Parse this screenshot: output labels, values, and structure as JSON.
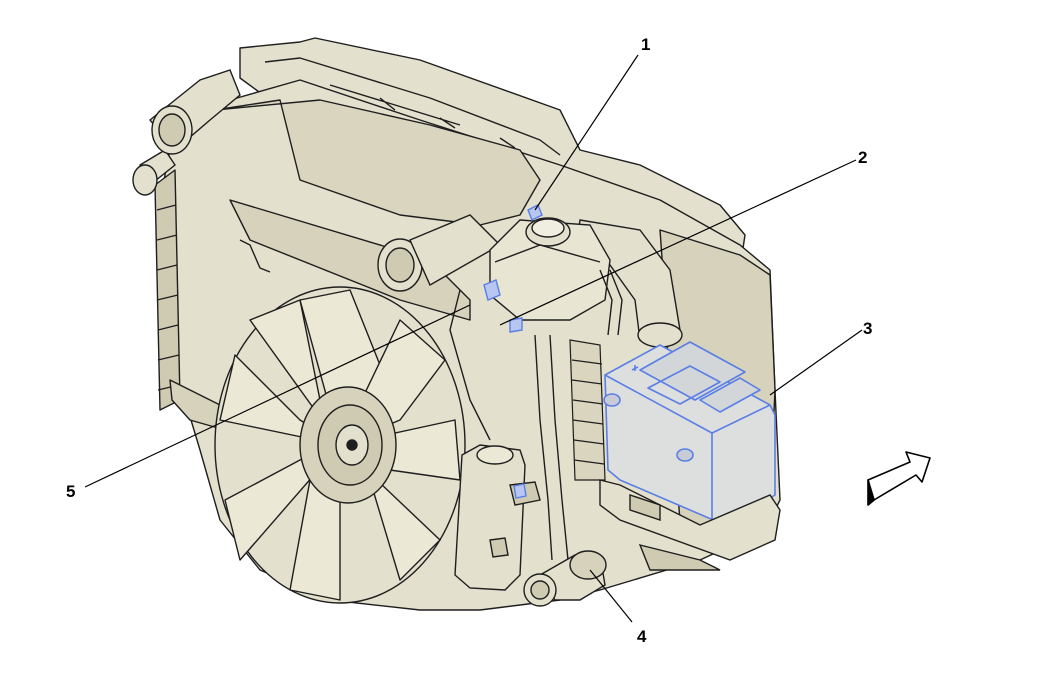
{
  "colors": {
    "body_fill": "#e3e0cd",
    "body_fill_dark": "#cfcab2",
    "outline": "#1e1e1e",
    "highlight_stroke": "#5a7ee6",
    "highlight_fill": "#dcdfdd",
    "background": "#ffffff"
  },
  "callouts": [
    {
      "id": "1",
      "label": "1"
    },
    {
      "id": "2",
      "label": "2"
    },
    {
      "id": "3",
      "label": "3"
    },
    {
      "id": "4",
      "label": "4"
    },
    {
      "id": "5",
      "label": "5"
    }
  ],
  "direction_icon": "front-arrow-icon"
}
